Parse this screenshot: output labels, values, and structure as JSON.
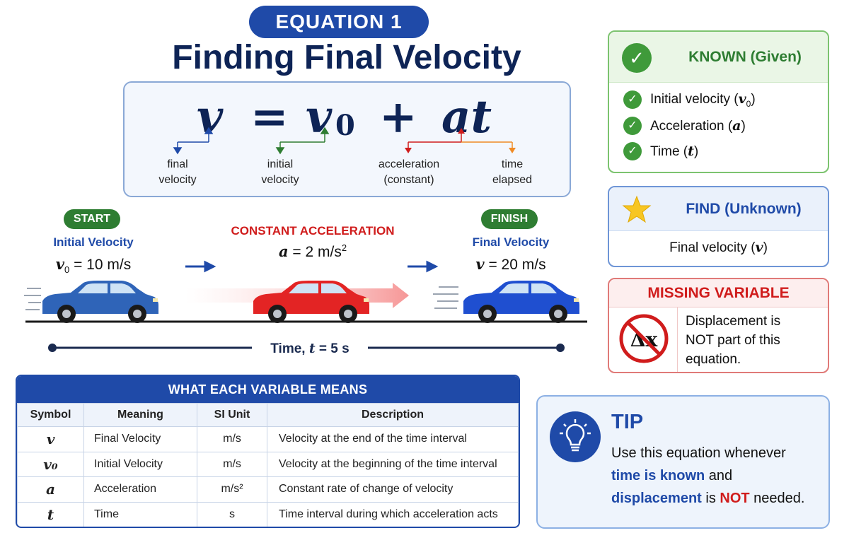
{
  "header": {
    "badge": "EQUATION 1",
    "title": "Finding Final Velocity"
  },
  "equation": {
    "lhs": "v",
    "equals": "=",
    "v0": "v",
    "v0_sub": "0",
    "plus": "+",
    "at": "at",
    "labels": {
      "final_1": "final",
      "final_2": "velocity",
      "initial_1": "initial",
      "initial_2": "velocity",
      "accel_1": "acceleration",
      "accel_2": "(constant)",
      "time_1": "time",
      "time_2": "elapsed"
    }
  },
  "motion": {
    "start_pill": "START",
    "start_head": "Initial Velocity",
    "start_eq": "v₀ = 10 m/s",
    "mid_head": "CONSTANT ACCELERATION",
    "mid_eq": "a = 2 m/s²",
    "finish_pill": "FINISH",
    "finish_head": "Final Velocity",
    "finish_eq": "v = 20 m/s",
    "time_label": "Time, t = 5 s",
    "colors": {
      "start_car": "#2f64b8",
      "mid_car": "#e32424",
      "finish_car": "#1f4fd0"
    }
  },
  "known": {
    "title": "KNOWN (Given)",
    "items": [
      "Initial velocity (v₀)",
      "Acceleration (a)",
      "Time (t)"
    ]
  },
  "find": {
    "title": "FIND (Unknown)",
    "item": "Final velocity (v)"
  },
  "missing": {
    "title": "MISSING VARIABLE",
    "symbol": "Δx",
    "text_1": "Displacement is",
    "text_2": "NOT part of this",
    "text_3": "equation."
  },
  "tip": {
    "title": "TIP",
    "line1": "Use this equation whenever",
    "line2_b": "time is known",
    "line2_r": " and",
    "line3_b": "displacement",
    "line3_m": " is ",
    "line3_red": "NOT",
    "line3_e": " needed."
  },
  "table": {
    "title": "WHAT EACH VARIABLE MEANS",
    "headers": [
      "Symbol",
      "Meaning",
      "SI Unit",
      "Description"
    ],
    "rows": [
      {
        "symbol": "v",
        "meaning": "Final Velocity",
        "unit": "m/s",
        "desc": "Velocity at the end of the time interval"
      },
      {
        "symbol": "v₀",
        "meaning": "Initial Velocity",
        "unit": "m/s",
        "desc": "Velocity at the beginning of the time interval"
      },
      {
        "symbol": "a",
        "meaning": "Acceleration",
        "unit": "m/s²",
        "desc": "Constant rate of change of velocity"
      },
      {
        "symbol": "t",
        "meaning": "Time",
        "unit": "s",
        "desc": "Time interval during which acceleration acts"
      }
    ]
  }
}
